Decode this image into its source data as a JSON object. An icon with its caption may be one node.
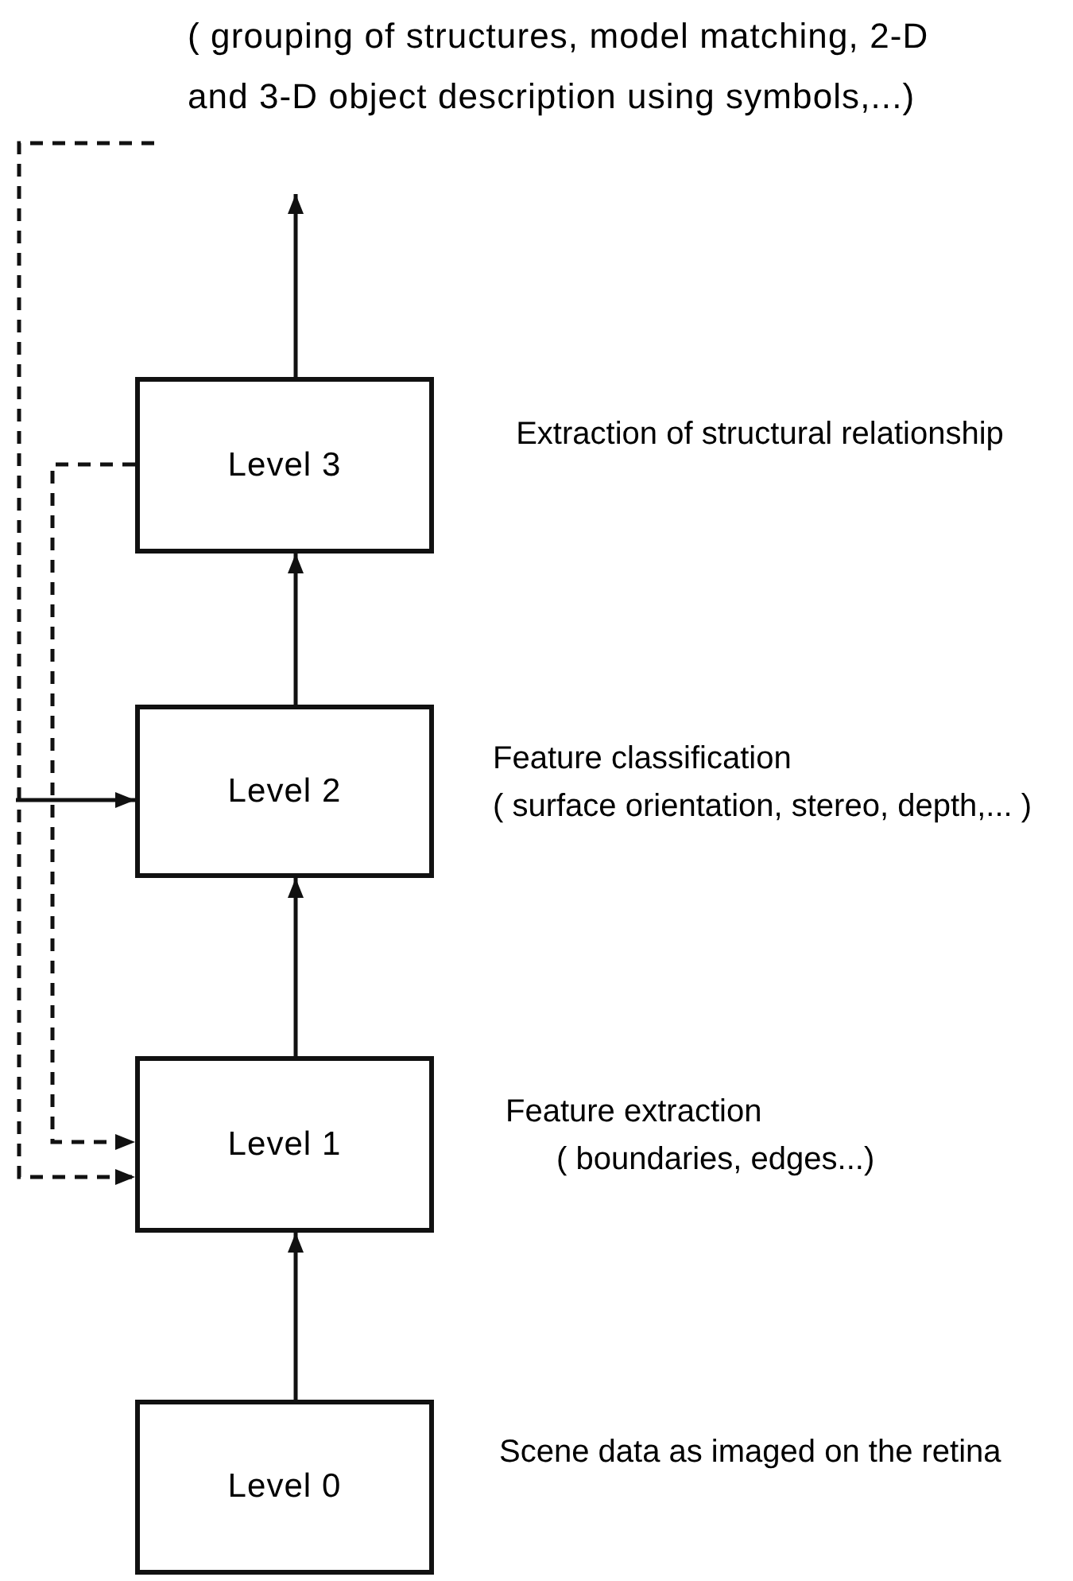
{
  "diagram": {
    "nodes": [
      {
        "text": [
          "( grouping of structures, model matching, 2-D and 3-D object description using symbols,...)"
        ]
      },
      {
        "text": [
          "Level 3"
        ],
        "beside": [
          "Extraction of structural relationship"
        ]
      },
      {
        "text": [
          "Level 2"
        ],
        "beside": [
          "Feature classification",
          "( surface orientation, stereo, depth,... )"
        ]
      },
      {
        "text": [
          "Level 1"
        ],
        "beside": [
          "Feature extraction",
          "( boundaries, edges...)"
        ]
      },
      {
        "text": [
          "Level 0"
        ],
        "beside": [
          "Scene data as imaged on the retina"
        ]
      }
    ],
    "edges": [
      {
        "from": 4,
        "to": 3,
        "arrow": "to"
      },
      {
        "from": 3,
        "to": 2,
        "arrow": "to"
      },
      {
        "from": 2,
        "to": 1,
        "arrow": "to"
      },
      {
        "from": 1,
        "to": 0,
        "arrow": "to"
      },
      {
        "from": 1,
        "to": 3,
        "arrow": "to",
        "style": "dashed"
      },
      {
        "from": null,
        "to": 3,
        "arrow": "to",
        "style": "dashed"
      },
      {
        "from": null,
        "to": 2,
        "arrow": "to"
      }
    ]
  }
}
